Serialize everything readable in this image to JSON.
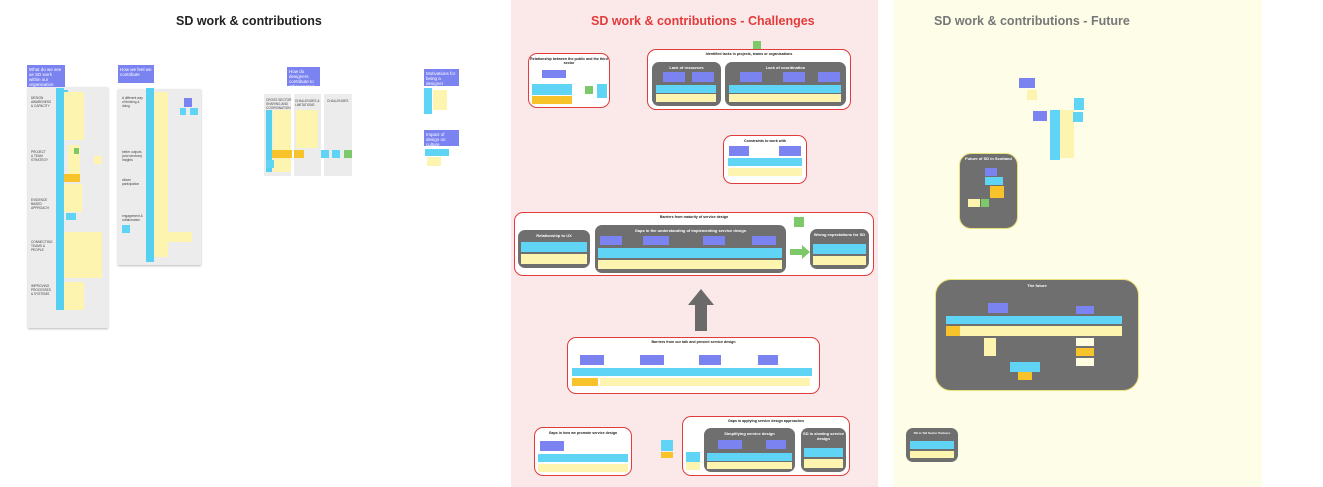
{
  "sections": {
    "contributions": {
      "title": "SD work & contributions",
      "color": "#222222"
    },
    "challenges": {
      "title": "SD work & contributions - Challenges",
      "color": "#e23b3b"
    },
    "future": {
      "title": "SD work & contributions - Future",
      "color": "#777777"
    }
  },
  "contributions": {
    "col1_header": "What do we see as SD work within our organisation",
    "col1_rows": [
      "DESIGN\nAWARENESS\n& CAPACITY",
      "PROJECT\n& TEAM\nSTRATEGY",
      "EVIDENCE\nBASED\nAPPROACH",
      "CONNECTING\nTEAMS &\nPEOPLE",
      "IMPROVING\nPROCESSES\n& SYSTEMS"
    ],
    "col2_header": "How we feel we contribute",
    "col2_rows": [
      "A different way\nof thinking &\ndoing",
      "better outputs\n(and services)\ninsights",
      "citizen\nparticipation",
      "engagement &\ncollaboration"
    ],
    "col3_header": "How do designers contribute to other sectors",
    "col3_labels": [
      "CROSS SECTOR\nSHARING AND\nCOORDINATION",
      "CHALLENGES &\nLIMITATIONS",
      "CHALLENGES"
    ],
    "side_heads": [
      "Motivations for being a designer",
      "Impact of design on culture"
    ]
  },
  "challenges": {
    "c1_title": "Relationship between the public and the third sector",
    "c2_title": "Identified lacks in projects, teams or organisations",
    "c2_sub1": "Lack of resources",
    "c2_sub2": "Lack of coordination",
    "c3_title": "Constraints to work with",
    "c4_title": "Barriers from maturity of service design",
    "c4_sub1": "Relationship to UX",
    "c4_sub2": "Gaps in the understanding of implementing service design",
    "c4_sub3": "Wrong expectations for SD",
    "c5_title": "Barriers from our talk and present service design",
    "c6_title": "Gaps in how we promote service design",
    "c7_title": "Gaps in applying service design approaches",
    "c7_sub1": "Simplifying service design",
    "c7_sub2": "SD is slowing service design"
  },
  "future": {
    "box1_title": "Future of SD in Scotland",
    "box2_title": "The future",
    "box3_title": "SD to Tell Sector Partners"
  },
  "colors": {
    "pink_bg": "#fbe9e9",
    "yellow_bg": "#fefde8",
    "cluster_border": "#e23b3b",
    "gray_box": "#6f6f6f",
    "sticky_yellow": "#fdf4b0",
    "sticky_cyan": "#5fd4f5",
    "sticky_orange": "#f7c22a",
    "header_purple": "#7b83f1"
  }
}
